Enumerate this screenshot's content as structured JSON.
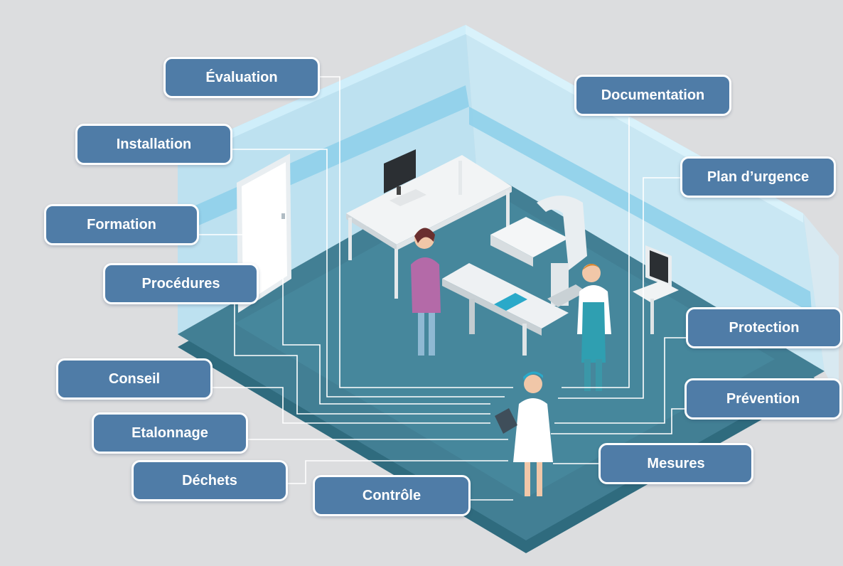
{
  "labels": {
    "evaluation": "Évaluation",
    "installation": "Installation",
    "formation": "Formation",
    "procedures": "Procédures",
    "conseil": "Conseil",
    "etalonnage": "Etalonnage",
    "dechets": "Déchets",
    "controle": "Contrôle",
    "documentation": "Documentation",
    "plan_urgence": "Plan d’urgence",
    "protection": "Protection",
    "prevention": "Prévention",
    "mesures": "Mesures"
  },
  "colors": {
    "label_background": "#4f7ca7",
    "label_border": "#ffffff",
    "floor": "#3f8397",
    "wall": "#a9dcf0",
    "page_background": "#dcdddf"
  }
}
